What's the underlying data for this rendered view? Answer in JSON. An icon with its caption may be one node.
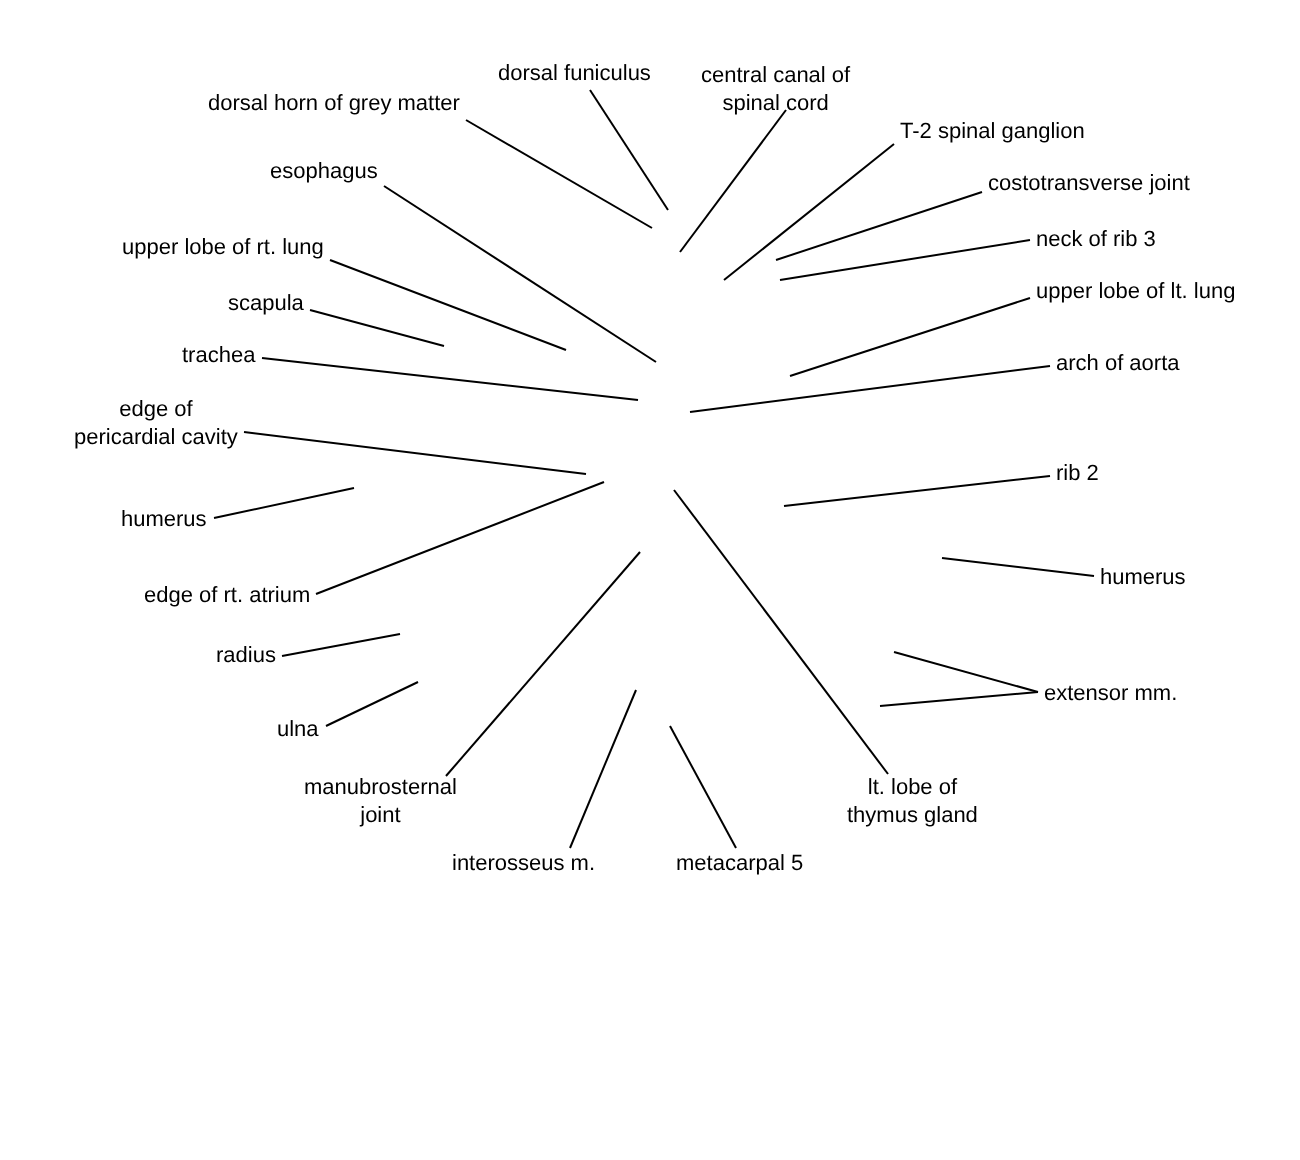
{
  "diagram": {
    "nodes": [
      {
        "text": [
          "dorsal horn of grey matter"
        ]
      },
      {
        "text": [
          "dorsal funiculus"
        ]
      },
      {
        "text": [
          "central canal of spinal cord"
        ]
      },
      {
        "text": [
          "T-2 spinal ganglion"
        ]
      },
      {
        "text": [
          "costotransverse joint"
        ]
      },
      {
        "text": [
          "neck of rib 3"
        ]
      },
      {
        "text": [
          "upper lobe of lt. lung"
        ]
      },
      {
        "text": [
          "arch of aorta"
        ]
      },
      {
        "text": [
          "esophagus"
        ]
      },
      {
        "text": [
          "upper lobe of rt. lung"
        ]
      },
      {
        "text": [
          "scapula"
        ]
      },
      {
        "text": [
          "trachea"
        ]
      },
      {
        "text": [
          "edge of pericardial cavity"
        ]
      },
      {
        "text": [
          "humerus"
        ]
      },
      {
        "text": [
          "edge of rt. atrium"
        ]
      },
      {
        "text": [
          "rib 2"
        ]
      },
      {
        "text": [
          "humerus"
        ]
      },
      {
        "text": [
          "radius"
        ]
      },
      {
        "text": [
          "ulna"
        ]
      },
      {
        "text": [
          "manubrosternal joint"
        ]
      },
      {
        "text": [
          "interosseus m."
        ]
      },
      {
        "text": [
          "metacarpal 5"
        ]
      },
      {
        "text": [
          "lt. lobe of thymus gland"
        ]
      },
      {
        "text": [
          "extensor mm."
        ]
      }
    ],
    "edges": [
      {
        "from": 0,
        "to": null,
        "arrow": "none"
      },
      {
        "from": 1,
        "to": null,
        "arrow": "none"
      },
      {
        "from": 2,
        "to": null,
        "arrow": "none"
      },
      {
        "from": 3,
        "to": null,
        "arrow": "none"
      },
      {
        "from": 4,
        "to": null,
        "arrow": "none"
      },
      {
        "from": 5,
        "to": null,
        "arrow": "none"
      },
      {
        "from": 6,
        "to": null,
        "arrow": "none"
      },
      {
        "from": 7,
        "to": null,
        "arrow": "none"
      },
      {
        "from": 8,
        "to": null,
        "arrow": "none"
      },
      {
        "from": 9,
        "to": null,
        "arrow": "none"
      },
      {
        "from": 10,
        "to": null,
        "arrow": "none"
      },
      {
        "from": 11,
        "to": null,
        "arrow": "none"
      },
      {
        "from": 12,
        "to": null,
        "arrow": "none"
      },
      {
        "from": 13,
        "to": null,
        "arrow": "none"
      },
      {
        "from": 14,
        "to": null,
        "arrow": "none"
      },
      {
        "from": 15,
        "to": null,
        "arrow": "none"
      },
      {
        "from": 16,
        "to": null,
        "arrow": "none"
      },
      {
        "from": 17,
        "to": null,
        "arrow": "none"
      },
      {
        "from": 18,
        "to": null,
        "arrow": "none"
      },
      {
        "from": 19,
        "to": null,
        "arrow": "none"
      },
      {
        "from": 20,
        "to": null,
        "arrow": "none"
      },
      {
        "from": 21,
        "to": null,
        "arrow": "none"
      },
      {
        "from": 22,
        "to": null,
        "arrow": "none"
      },
      {
        "from": 23,
        "to": null,
        "arrow": "none"
      },
      {
        "from": 23,
        "to": null,
        "arrow": "none"
      }
    ]
  }
}
